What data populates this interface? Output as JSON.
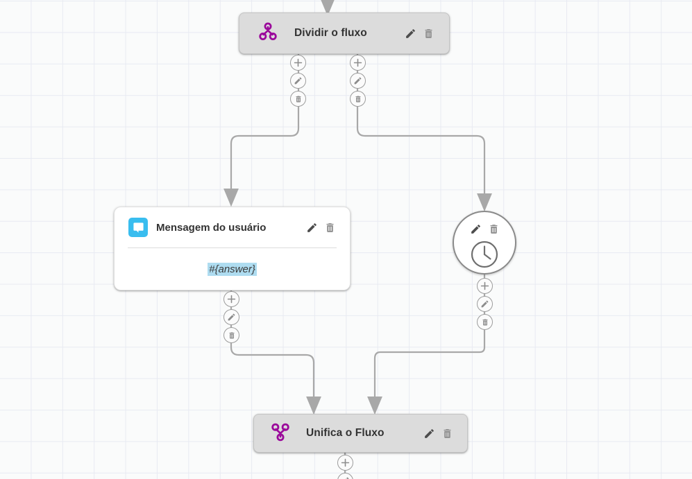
{
  "canvas": {
    "grid": "dotted-grid",
    "background_color": "#fafbfb",
    "grid_line_color": "#e8eaf2",
    "edge_color": "#a8a8a8"
  },
  "nodes": [
    {
      "id": "split",
      "title": "Dividir o fluxo",
      "icon": "split-branch-icon",
      "icon_color": "#9b0a9b",
      "style": "grey-bar",
      "actions": [
        {
          "name": "edit-node-button",
          "icon": "pencil-icon"
        },
        {
          "name": "delete-node-button",
          "icon": "trash-icon"
        }
      ]
    },
    {
      "id": "message",
      "title": "Mensagem do usuário",
      "icon": "speech-bubble-icon",
      "icon_bg": "#39bdef",
      "style": "white-card",
      "body_text": "#{answer}",
      "body_highlight_color": "#aedcf0",
      "actions": [
        {
          "name": "edit-node-button",
          "icon": "pencil-icon"
        },
        {
          "name": "delete-node-button",
          "icon": "trash-icon"
        }
      ]
    },
    {
      "id": "clock",
      "title": "",
      "icon": "clock-icon",
      "style": "white-circle",
      "actions": [
        {
          "name": "edit-node-button",
          "icon": "pencil-icon"
        },
        {
          "name": "delete-node-button",
          "icon": "trash-icon"
        }
      ]
    },
    {
      "id": "merge",
      "title": "Unifica o Fluxo",
      "icon": "merge-branch-icon",
      "icon_color": "#9b0a9b",
      "style": "grey-bar",
      "actions": [
        {
          "name": "edit-node-button",
          "icon": "pencil-icon"
        },
        {
          "name": "delete-node-button",
          "icon": "trash-icon"
        }
      ]
    }
  ],
  "edge_controls": [
    {
      "id": "split-left",
      "buttons": [
        {
          "name": "add-step-button",
          "icon": "plus-icon"
        },
        {
          "name": "edit-edge-button",
          "icon": "pencil-icon"
        },
        {
          "name": "delete-edge-button",
          "icon": "trash-icon"
        }
      ]
    },
    {
      "id": "split-right",
      "buttons": [
        {
          "name": "add-step-button",
          "icon": "plus-icon"
        },
        {
          "name": "edit-edge-button",
          "icon": "pencil-icon"
        },
        {
          "name": "delete-edge-button",
          "icon": "trash-icon"
        }
      ]
    },
    {
      "id": "message-out",
      "buttons": [
        {
          "name": "add-step-button",
          "icon": "plus-icon"
        },
        {
          "name": "edit-edge-button",
          "icon": "pencil-icon"
        },
        {
          "name": "delete-edge-button",
          "icon": "trash-icon"
        }
      ]
    },
    {
      "id": "clock-out",
      "buttons": [
        {
          "name": "add-step-button",
          "icon": "plus-icon"
        },
        {
          "name": "edit-edge-button",
          "icon": "pencil-icon"
        },
        {
          "name": "delete-edge-button",
          "icon": "trash-icon"
        }
      ]
    },
    {
      "id": "merge-out",
      "buttons": [
        {
          "name": "add-step-button",
          "icon": "plus-icon"
        },
        {
          "name": "edit-edge-button",
          "icon": "pencil-icon"
        }
      ]
    }
  ]
}
